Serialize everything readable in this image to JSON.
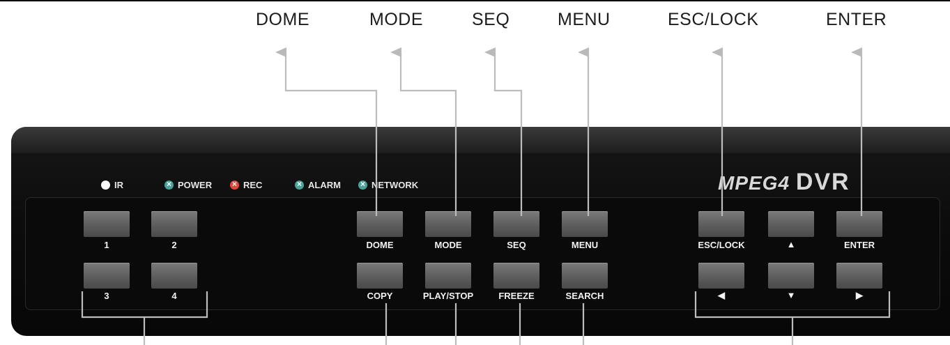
{
  "callouts": {
    "dome": "DOME",
    "mode": "MODE",
    "seq": "SEQ",
    "menu": "MENU",
    "esc_lock": "ESC/LOCK",
    "enter": "ENTER"
  },
  "indicators": {
    "ir": "IR",
    "power": "POWER",
    "rec": "REC",
    "alarm": "ALARM",
    "network": "NETWORK"
  },
  "logo": {
    "prefix": "MPEG4",
    "suffix": "DVR"
  },
  "buttons": {
    "ch1": "1",
    "ch2": "2",
    "ch3": "3",
    "ch4": "4",
    "dome": "DOME",
    "mode": "MODE",
    "seq": "SEQ",
    "menu": "MENU",
    "copy": "COPY",
    "play_stop": "PLAY/STOP",
    "freeze": "FREEZE",
    "search": "SEARCH",
    "esc_lock": "ESC/LOCK",
    "up": "▲",
    "enter": "ENTER",
    "left": "◀",
    "down": "▼",
    "right": "▶"
  }
}
